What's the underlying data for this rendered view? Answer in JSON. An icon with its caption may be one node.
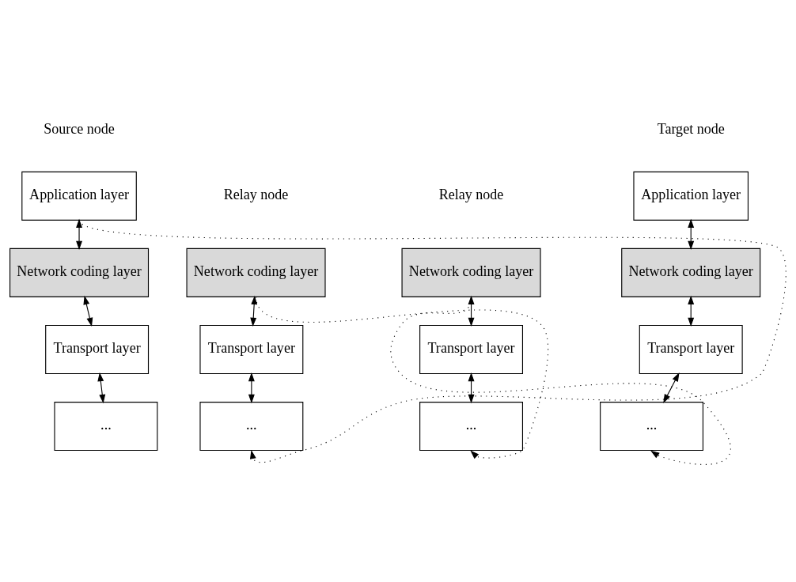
{
  "diagram": {
    "nodes": [
      {
        "text": [
          "Application layer"
        ]
      },
      {
        "text": [
          "Network coding layer"
        ]
      },
      {
        "text": [
          "Transport layer"
        ]
      },
      {
        "text": [
          "..."
        ]
      },
      {
        "text": [
          "Network coding layer"
        ]
      },
      {
        "text": [
          "Transport layer"
        ]
      },
      {
        "text": [
          "..."
        ]
      },
      {
        "text": [
          "Network coding layer"
        ]
      },
      {
        "text": [
          "Transport layer"
        ]
      },
      {
        "text": [
          "..."
        ]
      },
      {
        "text": [
          "Application layer"
        ]
      },
      {
        "text": [
          "Network coding layer"
        ]
      },
      {
        "text": [
          "Transport layer"
        ]
      },
      {
        "text": [
          "..."
        ]
      }
    ],
    "edges": [
      {
        "from": 0,
        "to": 1,
        "arrow": "both"
      },
      {
        "from": 1,
        "to": 2,
        "arrow": "both"
      },
      {
        "from": 2,
        "to": 3,
        "arrow": "both"
      },
      {
        "from": 4,
        "to": 5,
        "arrow": "both"
      },
      {
        "from": 5,
        "to": 6,
        "arrow": "both"
      },
      {
        "from": 7,
        "to": 8,
        "arrow": "both"
      },
      {
        "from": 8,
        "to": 9,
        "arrow": "both"
      },
      {
        "from": 10,
        "to": 11,
        "arrow": "both"
      },
      {
        "from": 11,
        "to": 12,
        "arrow": "both"
      },
      {
        "from": 12,
        "to": 13,
        "arrow": "both"
      },
      {
        "from": 0,
        "to": 6,
        "arrow": "to",
        "style": "dashed"
      },
      {
        "from": 4,
        "to": 9,
        "arrow": "to",
        "style": "dashed"
      },
      {
        "from": 7,
        "to": 13,
        "arrow": "to",
        "style": "dashed"
      }
    ],
    "labels": [
      "Source node",
      "Target node",
      "Relay node",
      "Relay node"
    ]
  }
}
